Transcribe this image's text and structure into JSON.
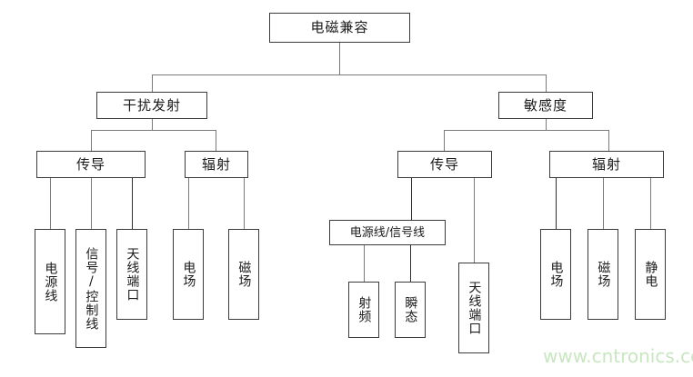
{
  "diagram": {
    "type": "tree",
    "title_node": "电磁兼容",
    "nodes": {
      "root": {
        "label": "电磁兼容",
        "orientation": "horizontal"
      },
      "emission": {
        "label": "干扰发射",
        "orientation": "horizontal"
      },
      "susceptibility": {
        "label": "敏感度",
        "orientation": "horizontal"
      },
      "emission_conducted": {
        "label": "传导",
        "orientation": "horizontal"
      },
      "emission_radiated": {
        "label": "辐射",
        "orientation": "horizontal"
      },
      "susc_conducted": {
        "label": "传导",
        "orientation": "horizontal"
      },
      "susc_radiated": {
        "label": "辐射",
        "orientation": "horizontal"
      },
      "em_c_power": {
        "label": "电源线",
        "orientation": "vertical"
      },
      "em_c_signal": {
        "label": "信号/控制线",
        "orientation": "vertical"
      },
      "em_c_antenna": {
        "label": "天线端口",
        "orientation": "vertical"
      },
      "em_r_efield": {
        "label": "电场",
        "orientation": "vertical"
      },
      "em_r_hfield": {
        "label": "磁场",
        "orientation": "vertical"
      },
      "su_c_lines": {
        "label": "电源线/信号线",
        "orientation": "horizontal"
      },
      "su_c_rf": {
        "label": "射频",
        "orientation": "vertical"
      },
      "su_c_transient": {
        "label": "瞬态",
        "orientation": "vertical"
      },
      "su_c_antenna": {
        "label": "天线端口",
        "orientation": "vertical"
      },
      "su_r_efield": {
        "label": "电场",
        "orientation": "vertical"
      },
      "su_r_hfield": {
        "label": "磁场",
        "orientation": "vertical"
      },
      "su_r_esd": {
        "label": "静电",
        "orientation": "vertical"
      }
    }
  },
  "watermark": {
    "text": "www.cntronics.com",
    "color": "#c8e6c0"
  },
  "colors": {
    "box_border": "#3b3b3b",
    "edge": "#7a7a7a",
    "text": "#1a1a1a",
    "background": "#ffffff"
  }
}
